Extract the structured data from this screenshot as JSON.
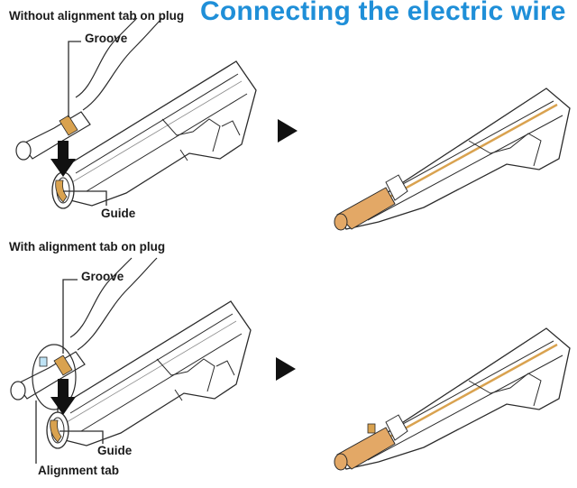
{
  "title": "Connecting the electric wire",
  "sections": [
    {
      "heading": "Without alignment tab on plug",
      "labels": {
        "groove": "Groove",
        "guide": "Guide"
      }
    },
    {
      "heading": "With alignment tab on plug",
      "labels": {
        "groove": "Groove",
        "guide": "Guide",
        "alignment_tab": "Alignment tab"
      }
    }
  ],
  "colors": {
    "title": "#1f8fd8",
    "plug_connected": "#e3a866",
    "groove_band": "#d9a24f",
    "line": "#2b2b2b",
    "arrow": "#111111"
  }
}
